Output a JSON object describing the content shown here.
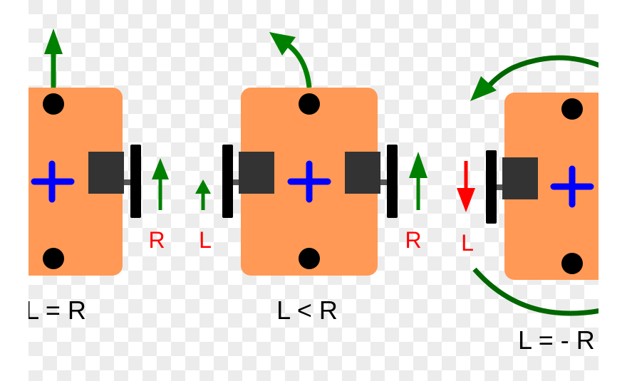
{
  "colors": {
    "body": "#ff9955",
    "wheel": "#000000",
    "motor": "#333333",
    "center": "#0000ff",
    "forward": "#008000",
    "reverse": "#ff0000",
    "rotation": "#006600"
  },
  "diagram": {
    "panels": [
      {
        "caption": "L = R",
        "wheel_labels": [
          "R"
        ]
      },
      {
        "caption": "L < R",
        "wheel_labels": [
          "L",
          "R"
        ]
      },
      {
        "caption": "L = - R",
        "wheel_labels": [
          "L"
        ]
      }
    ]
  }
}
